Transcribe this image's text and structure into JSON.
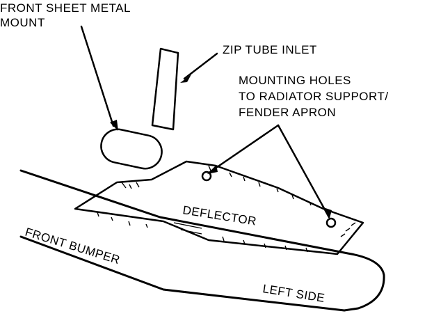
{
  "labels": {
    "front_sheet_metal_line1": "FRONT SHEET METAL",
    "front_sheet_metal_line2": "MOUNT",
    "zip_tube_inlet": "ZIP TUBE INLET",
    "mounting_holes_line1": "MOUNTING HOLES",
    "mounting_holes_line2": "TO RADIATOR SUPPORT/",
    "mounting_holes_line3": "FENDER APRON",
    "deflector": "DEFLECTOR",
    "front_bumper": "FRONT BUMPER",
    "left_side": "LEFT SIDE"
  }
}
